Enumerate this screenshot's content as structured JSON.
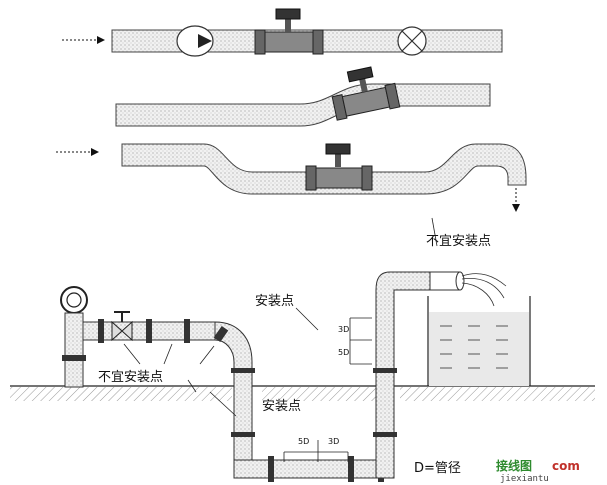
{
  "labels": {
    "not_suitable_top": "不宜安装点",
    "install_point_mid": "安装点",
    "not_suitable_bottom": "不宜安装点",
    "install_point_bottom": "安装点",
    "dim_left": "5D",
    "dim_right": "3D",
    "pipe_diameter": "D=管径",
    "tank_dim_top": "3D",
    "tank_dim_bottom": "5D"
  },
  "watermark": {
    "text_cn": "接线图",
    "text_site": "com",
    "text_url": "jiexiantu"
  }
}
